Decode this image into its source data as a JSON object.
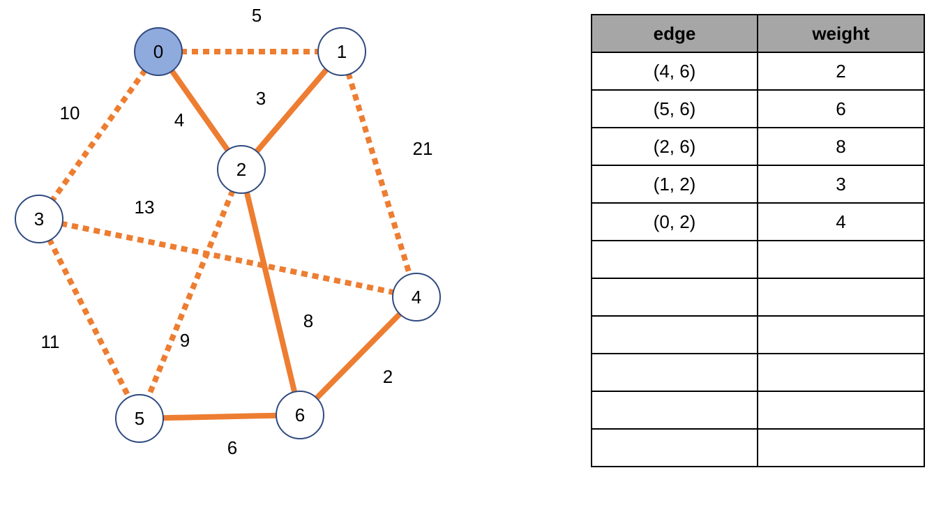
{
  "graph": {
    "start_node": "0",
    "colors": {
      "edge": "#ED7D31",
      "start_fill": "#8FAADC",
      "node_fill": "#FFFFFF",
      "node_stroke": "#2F4A7F"
    },
    "nodes": [
      {
        "id": "0",
        "label": "0"
      },
      {
        "id": "1",
        "label": "1"
      },
      {
        "id": "2",
        "label": "2"
      },
      {
        "id": "3",
        "label": "3"
      },
      {
        "id": "4",
        "label": "4"
      },
      {
        "id": "5",
        "label": "5"
      },
      {
        "id": "6",
        "label": "6"
      }
    ],
    "edges": [
      {
        "from": "0",
        "to": "1",
        "weight": "5",
        "style": "dashed"
      },
      {
        "from": "0",
        "to": "2",
        "weight": "4",
        "style": "solid"
      },
      {
        "from": "0",
        "to": "3",
        "weight": "10",
        "style": "dashed"
      },
      {
        "from": "1",
        "to": "2",
        "weight": "3",
        "style": "solid"
      },
      {
        "from": "1",
        "to": "4",
        "weight": "21",
        "style": "dashed"
      },
      {
        "from": "2",
        "to": "6",
        "weight": "8",
        "style": "solid"
      },
      {
        "from": "2",
        "to": "5",
        "weight": "9",
        "style": "dashed"
      },
      {
        "from": "3",
        "to": "4",
        "weight": "13",
        "style": "dashed"
      },
      {
        "from": "3",
        "to": "5",
        "weight": "11",
        "style": "dashed"
      },
      {
        "from": "4",
        "to": "6",
        "weight": "2",
        "style": "solid"
      },
      {
        "from": "5",
        "to": "6",
        "weight": "6",
        "style": "solid"
      }
    ]
  },
  "table": {
    "headers": {
      "edge": "edge",
      "weight": "weight"
    },
    "rows": [
      {
        "edge": "(4, 6)",
        "weight": "2"
      },
      {
        "edge": "(5, 6)",
        "weight": "6"
      },
      {
        "edge": "(2, 6)",
        "weight": "8"
      },
      {
        "edge": "(1, 2)",
        "weight": "3"
      },
      {
        "edge": "(0, 2)",
        "weight": "4"
      },
      {
        "edge": "",
        "weight": ""
      },
      {
        "edge": "",
        "weight": ""
      },
      {
        "edge": "",
        "weight": ""
      },
      {
        "edge": "",
        "weight": ""
      },
      {
        "edge": "",
        "weight": ""
      },
      {
        "edge": "",
        "weight": ""
      }
    ]
  }
}
